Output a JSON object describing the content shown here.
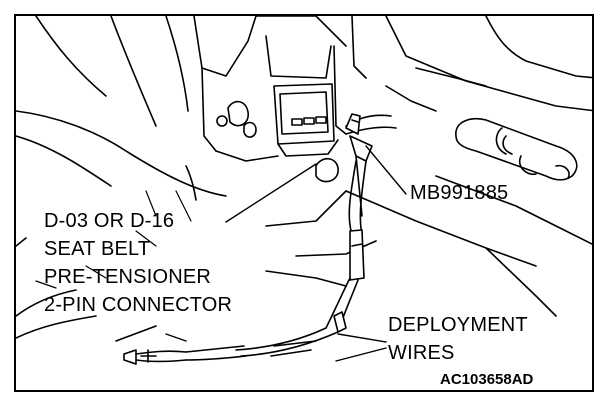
{
  "labels": {
    "connector": [
      "D-03 OR D-16",
      "SEAT BELT",
      "PRE-TENSIONER",
      "2-PIN CONNECTOR"
    ],
    "tool": "MB991885",
    "wires": [
      "DEPLOYMENT",
      "WIRES"
    ],
    "figure_code": "AC103658AD"
  },
  "colors": {
    "ink": "#000000",
    "paper": "#ffffff"
  }
}
